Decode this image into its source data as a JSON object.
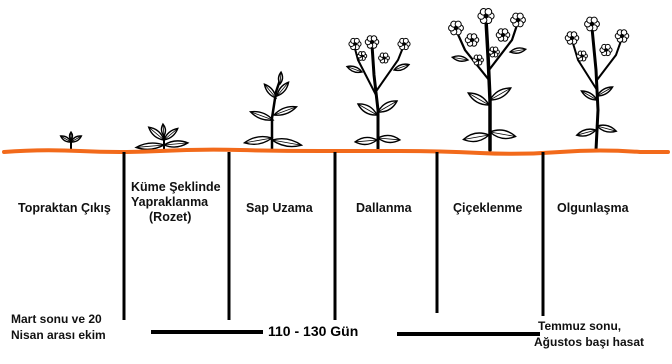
{
  "stages": [
    {
      "name": "Topraktan Çıkış"
    },
    {
      "name": "Küme Şeklinde Yapraklanma (Rozet)",
      "lines": [
        "Küme Şeklinde",
        "Yapraklanma",
        "(Rozet)"
      ]
    },
    {
      "name": "Sap Uzama"
    },
    {
      "name": "Dallanma"
    },
    {
      "name": "Çiçeklenme"
    },
    {
      "name": "Olgunlaşma"
    }
  ],
  "sowing_note": [
    "Mart sonu ve 20",
    "Nisan arası ekim"
  ],
  "harvest_note": [
    "Temmuz sonu,",
    "Ağustos başı hasat"
  ],
  "duration_label": "110 - 130 Gün",
  "colors": {
    "ground_line": "#f26a1b",
    "ink": "#000000",
    "leaf": "#ffffff"
  }
}
